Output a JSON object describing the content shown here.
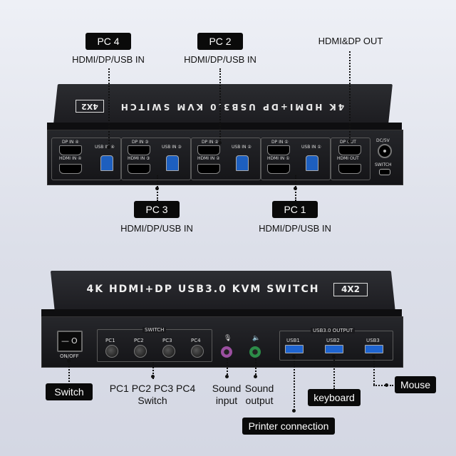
{
  "top_device": {
    "title": "4K HDMI+DP USB3.0 KVM SWITCH",
    "badge": "4X2",
    "ports": [
      {
        "dp": "DP IN ④",
        "hdmi": "HDMI IN ④",
        "usb": "USB IN ④"
      },
      {
        "dp": "DP IN ③",
        "hdmi": "HDMI IN ③",
        "usb": "USB IN ③"
      },
      {
        "dp": "DP IN ②",
        "hdmi": "HDMI IN ②",
        "usb": "USB IN ②"
      },
      {
        "dp": "DP IN ①",
        "hdmi": "HDMI IN ①",
        "usb": "USB IN ①"
      }
    ],
    "out": {
      "dp": "DP OUT",
      "hdmi": "HDMI OUT"
    },
    "dc_label": "DC/5V",
    "switch_label": "SWITCH"
  },
  "callouts_top": {
    "pc4": {
      "label": "PC 4",
      "sub": "HDMI/DP/USB IN"
    },
    "pc2": {
      "label": "PC 2",
      "sub": "HDMI/DP/USB IN"
    },
    "out": {
      "sub": "HDMI&DP OUT"
    },
    "pc3": {
      "label": "PC 3",
      "sub": "HDMI/DP/USB IN"
    },
    "pc1": {
      "label": "PC 1",
      "sub": "HDMI/DP/USB IN"
    }
  },
  "bottom_device": {
    "title": "4K HDMI+DP USB3.0 KVM SWITCH",
    "badge": "4X2",
    "onoff_label": "ON/OFF",
    "rocker_off": "O",
    "rocker_on": "—",
    "switch_group_label": "SWITCH",
    "buttons": [
      "PC1",
      "PC2",
      "PC3",
      "PC4"
    ],
    "mic_icon": "🎙",
    "speaker_icon": "🔈",
    "usb_group_label": "USB3.0 OUTPUT",
    "usb_ports": [
      "USB1",
      "USB2",
      "USB3"
    ]
  },
  "callouts_bottom": {
    "switch": "Switch",
    "pc_switch_line1": "PC1 PC2 PC3 PC4",
    "pc_switch_line2": "Switch",
    "sound_input_1": "Sound",
    "sound_input_2": "input",
    "sound_output_1": "Sound",
    "sound_output_2": "output",
    "keyboard": "keyboard",
    "mouse": "Mouse",
    "printer": "Printer connection"
  },
  "colors": {
    "background": "#e4e6ee",
    "device": "#1d1d21",
    "usb_blue": "#1d5fbf",
    "mic_jack": "#9b4fa0",
    "speaker_jack": "#2c8c48"
  }
}
